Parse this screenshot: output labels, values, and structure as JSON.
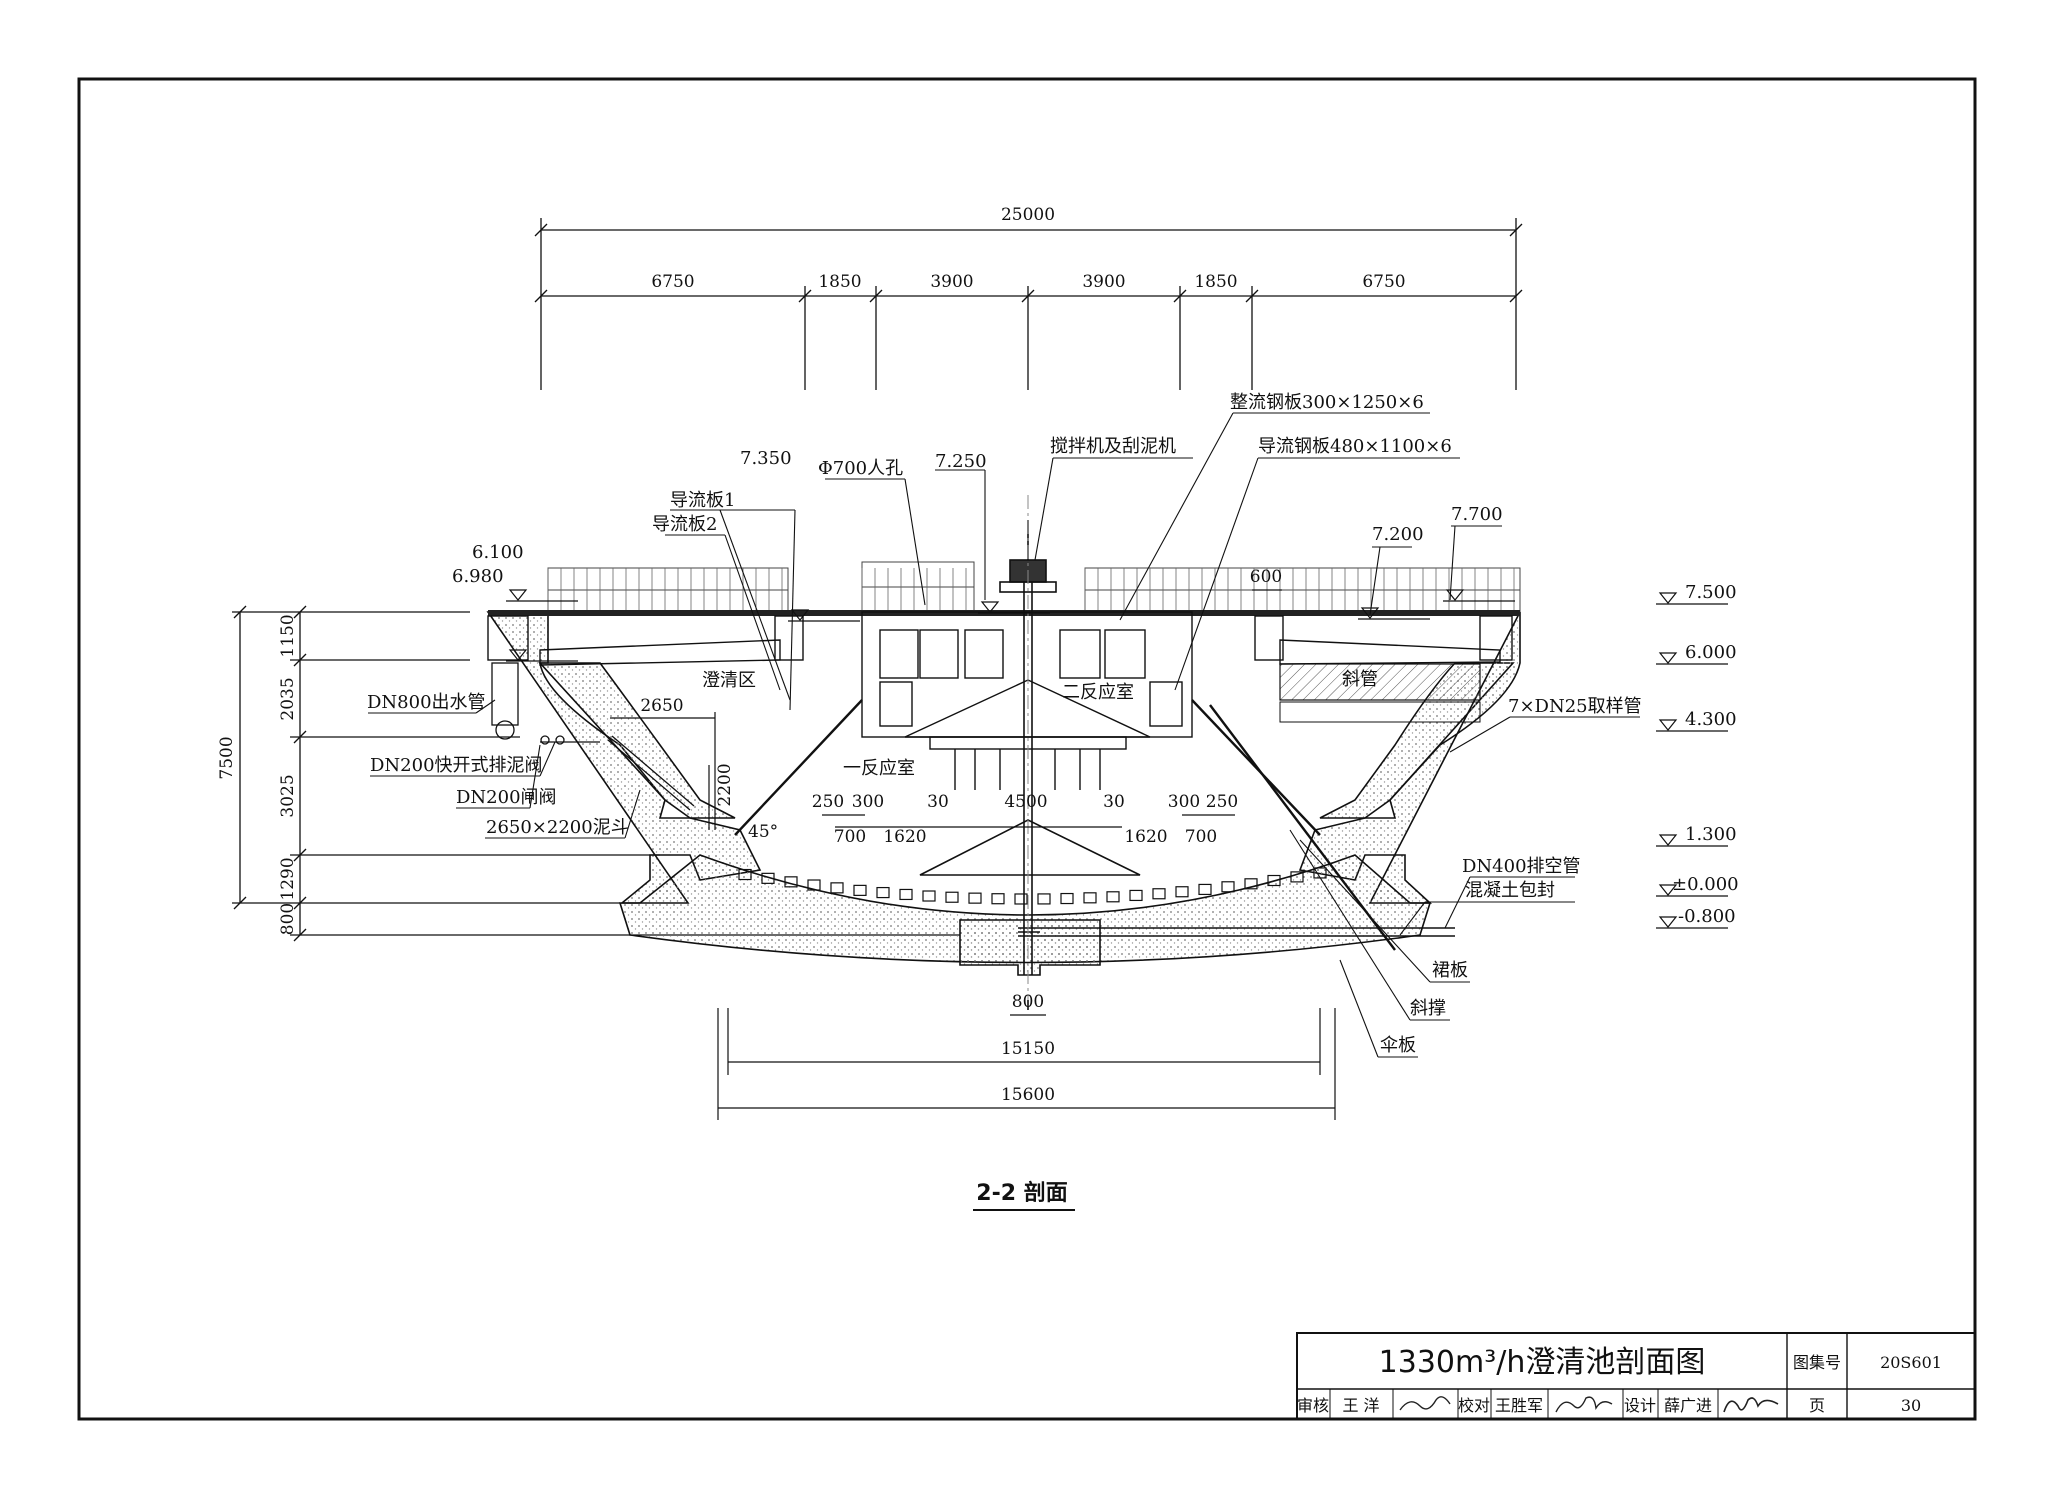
{
  "drawing": {
    "section_title": "2-2 剖面",
    "top_dims": {
      "overall": "25000",
      "segments": [
        "6750",
        "1850",
        "3900",
        "3900",
        "1850",
        "6750"
      ]
    },
    "left_dims": {
      "overall": "7500",
      "segments": [
        "1150",
        "2035",
        "3025",
        "1290",
        "800"
      ]
    },
    "bottom_dims": {
      "center": "800",
      "inner": "15150",
      "outer": "15600"
    },
    "interior_dims": {
      "d2650": "2650",
      "d2200": "2200",
      "angle": "45°",
      "left_250": "250",
      "left_300": "300",
      "left_30": "30",
      "center_4500": "4500",
      "right_30": "30",
      "right_300": "300",
      "right_250": "250",
      "left_700": "700",
      "left_1620": "1620",
      "right_1620": "1620",
      "right_700": "700",
      "d600": "600"
    },
    "elevations": {
      "e6100": "6.100",
      "e6980": "6.980",
      "e7350": "7.350",
      "e7250": "7.250",
      "e7200": "7.200",
      "e7700": "7.700",
      "e7500": "7.500",
      "e6000": "6.000",
      "e4300": "4.300",
      "e1300": "1.300",
      "e0000": "±0.000",
      "em0800": "-0.800"
    },
    "labels": {
      "baffle1": "导流板1",
      "baffle2": "导流板2",
      "manhole": "Φ700人孔",
      "mixer": "搅拌机及刮泥机",
      "rect_steel": "整流钢板300×1250×6",
      "guide_steel": "导流钢板480×1100×6",
      "outlet": "DN800出水管",
      "quick_valve": "DN200快开式排泥阀",
      "gate_valve": "DN200闸阀",
      "hopper": "2650×2200泥斗",
      "clarify_zone": "澄清区",
      "second_chamber": "二反应室",
      "first_chamber": "一反应室",
      "tubes": "斜管",
      "sampling": "7×DN25取样管",
      "drain": "DN400排空管",
      "encase": "混凝土包封",
      "skirt": "裙板",
      "brace": "斜撑",
      "umbrella": "伞板"
    }
  },
  "title_block": {
    "title": "1330m³/h澄清池剖面图",
    "atlas_label": "图集号",
    "atlas_no": "20S601",
    "review_label": "审核",
    "reviewer": "王 洋",
    "check_label": "校对",
    "checker": "王胜军",
    "design_label": "设计",
    "designer": "薛广进",
    "page_label": "页",
    "page_no": "30"
  }
}
